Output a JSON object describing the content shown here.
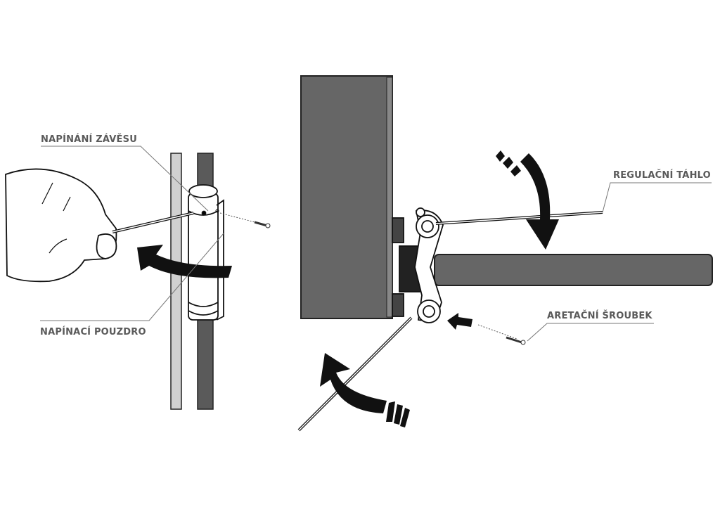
{
  "labels": {
    "hinge_tension": "NAPÍNÁNÍ ZÁVĚSU",
    "tension_sleeve": "NAPÍNACÍ POUZDRO",
    "adjusting_rod": "REGULAČNÍ TÁHLO",
    "locking_screw": "ARETAČNÍ ŠROUBEK"
  },
  "colors": {
    "panel_dark": "#666666",
    "glass": "#cfcfcf",
    "label": "#5a5a5a",
    "arrow": "#111111"
  }
}
